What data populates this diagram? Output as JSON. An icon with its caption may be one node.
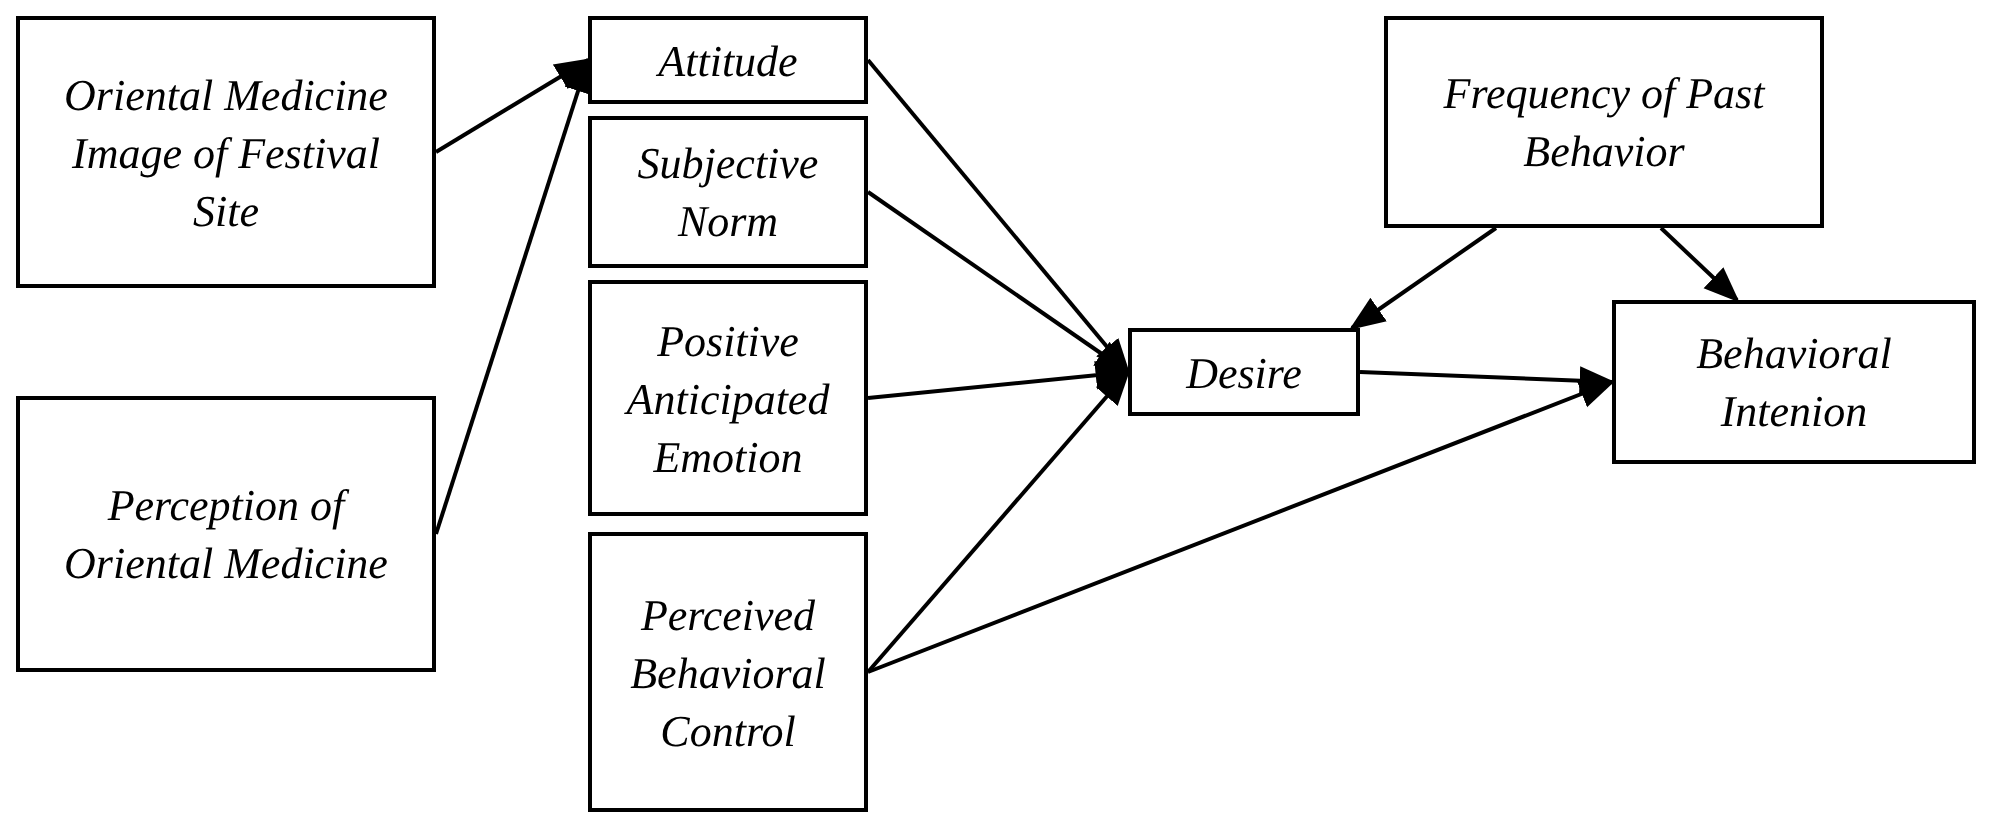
{
  "diagram": {
    "nodes": [
      {
        "text": [
          "Oriental Medicine Image of Festival Site"
        ]
      },
      {
        "text": [
          "Perception of Oriental Medicine"
        ]
      },
      {
        "text": [
          "Attitude"
        ]
      },
      {
        "text": [
          "Subjective Norm"
        ]
      },
      {
        "text": [
          "Positive Anticipated Emotion"
        ]
      },
      {
        "text": [
          "Perceived Behavioral Control"
        ]
      },
      {
        "text": [
          "Desire"
        ]
      },
      {
        "text": [
          "Frequency of Past Behavior"
        ]
      },
      {
        "text": [
          "Behavioral Intenion"
        ]
      }
    ],
    "edges": [
      {
        "from": 0,
        "to": 2,
        "arrow": "to"
      },
      {
        "from": 1,
        "to": 2,
        "arrow": "to"
      },
      {
        "from": 2,
        "to": 6,
        "arrow": "to"
      },
      {
        "from": 3,
        "to": 6,
        "arrow": "to"
      },
      {
        "from": 4,
        "to": 6,
        "arrow": "to"
      },
      {
        "from": 5,
        "to": 6,
        "arrow": "to"
      },
      {
        "from": 5,
        "to": 8,
        "arrow": "to"
      },
      {
        "from": 6,
        "to": 8,
        "arrow": "to"
      },
      {
        "from": 7,
        "to": 6,
        "arrow": "to"
      },
      {
        "from": 7,
        "to": 8,
        "arrow": "to"
      }
    ]
  }
}
